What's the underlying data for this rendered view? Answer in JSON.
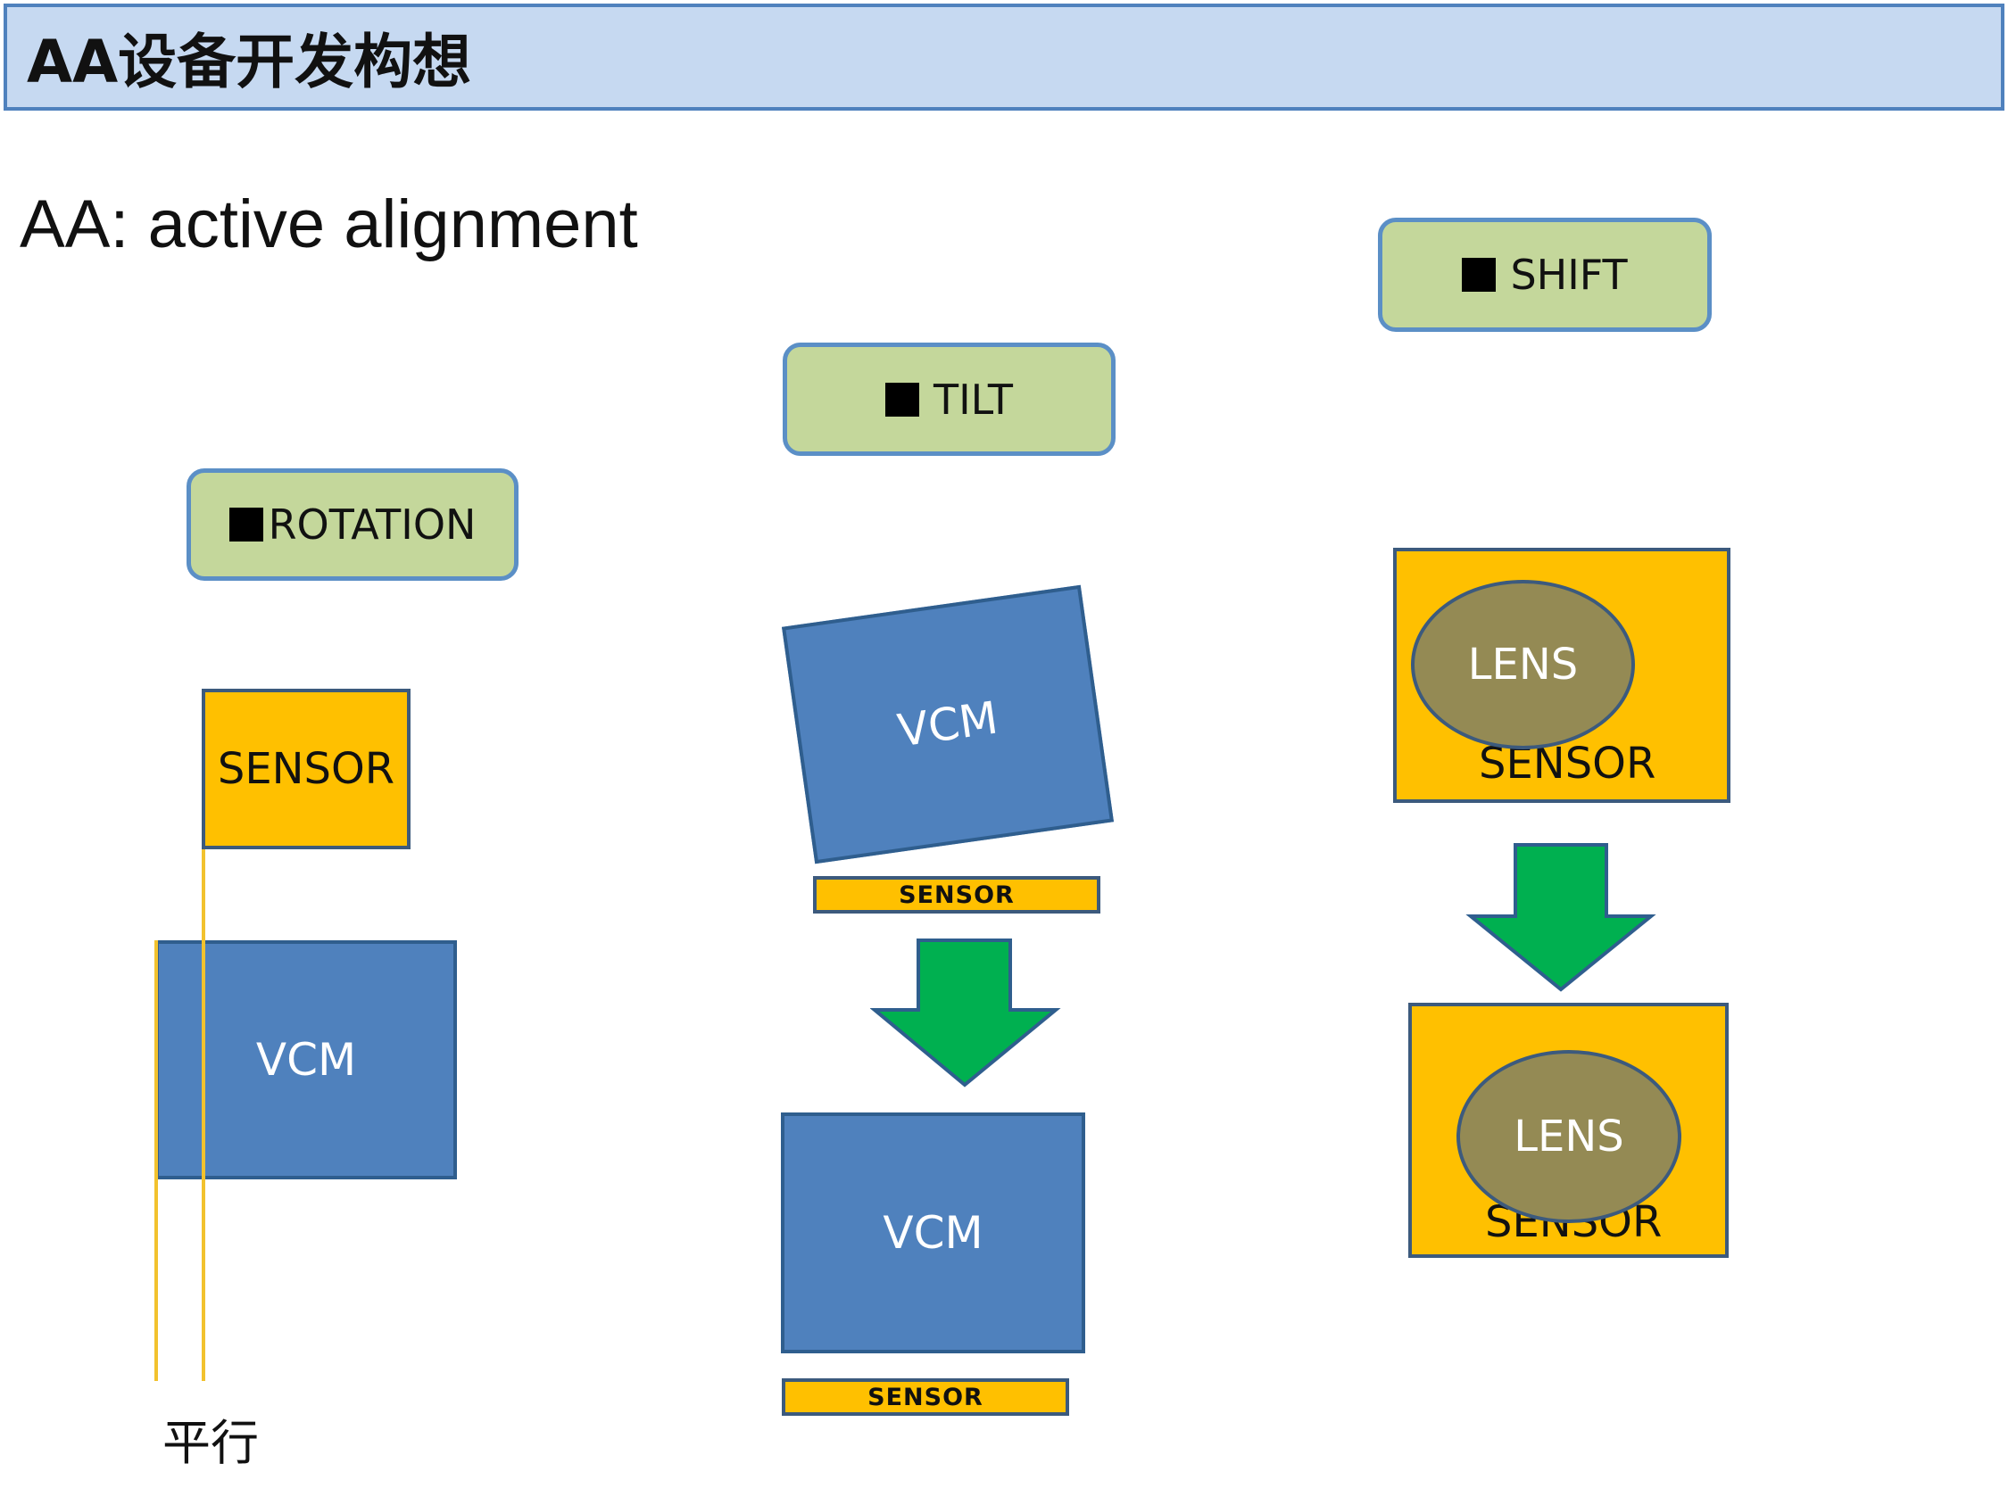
{
  "header": {
    "title": "AA设备开发构想"
  },
  "subtitle": "AA: active alignment",
  "sections": {
    "rotation": {
      "label": "ROTATION",
      "sensor": "SENSOR",
      "vcm": "VCM",
      "parallel_label": "平行"
    },
    "tilt": {
      "label": "TILT",
      "vcm_tilted": "VCM",
      "sensor_strip_top": "SENSOR",
      "vcm_aligned": "VCM",
      "sensor_strip_bottom": "SENSOR"
    },
    "shift": {
      "label": "SHIFT",
      "before": {
        "lens": "LENS",
        "sensor": "SENSOR"
      },
      "after": {
        "lens": "LENS",
        "sensor": "SENSOR"
      }
    }
  },
  "colors": {
    "header_fill": "#c6d9f1",
    "header_border": "#4f81bd",
    "label_fill": "#c4d79b",
    "label_border": "#5b8fc6",
    "vcm_blue": "#4f81bd",
    "sensor_orange": "#ffc000",
    "lens_olive": "#948a54",
    "arrow_green": "#00b050",
    "guide_line_yellow": "#f2c22e"
  },
  "icons": [
    "square-bullet-icon",
    "down-arrow-icon"
  ]
}
